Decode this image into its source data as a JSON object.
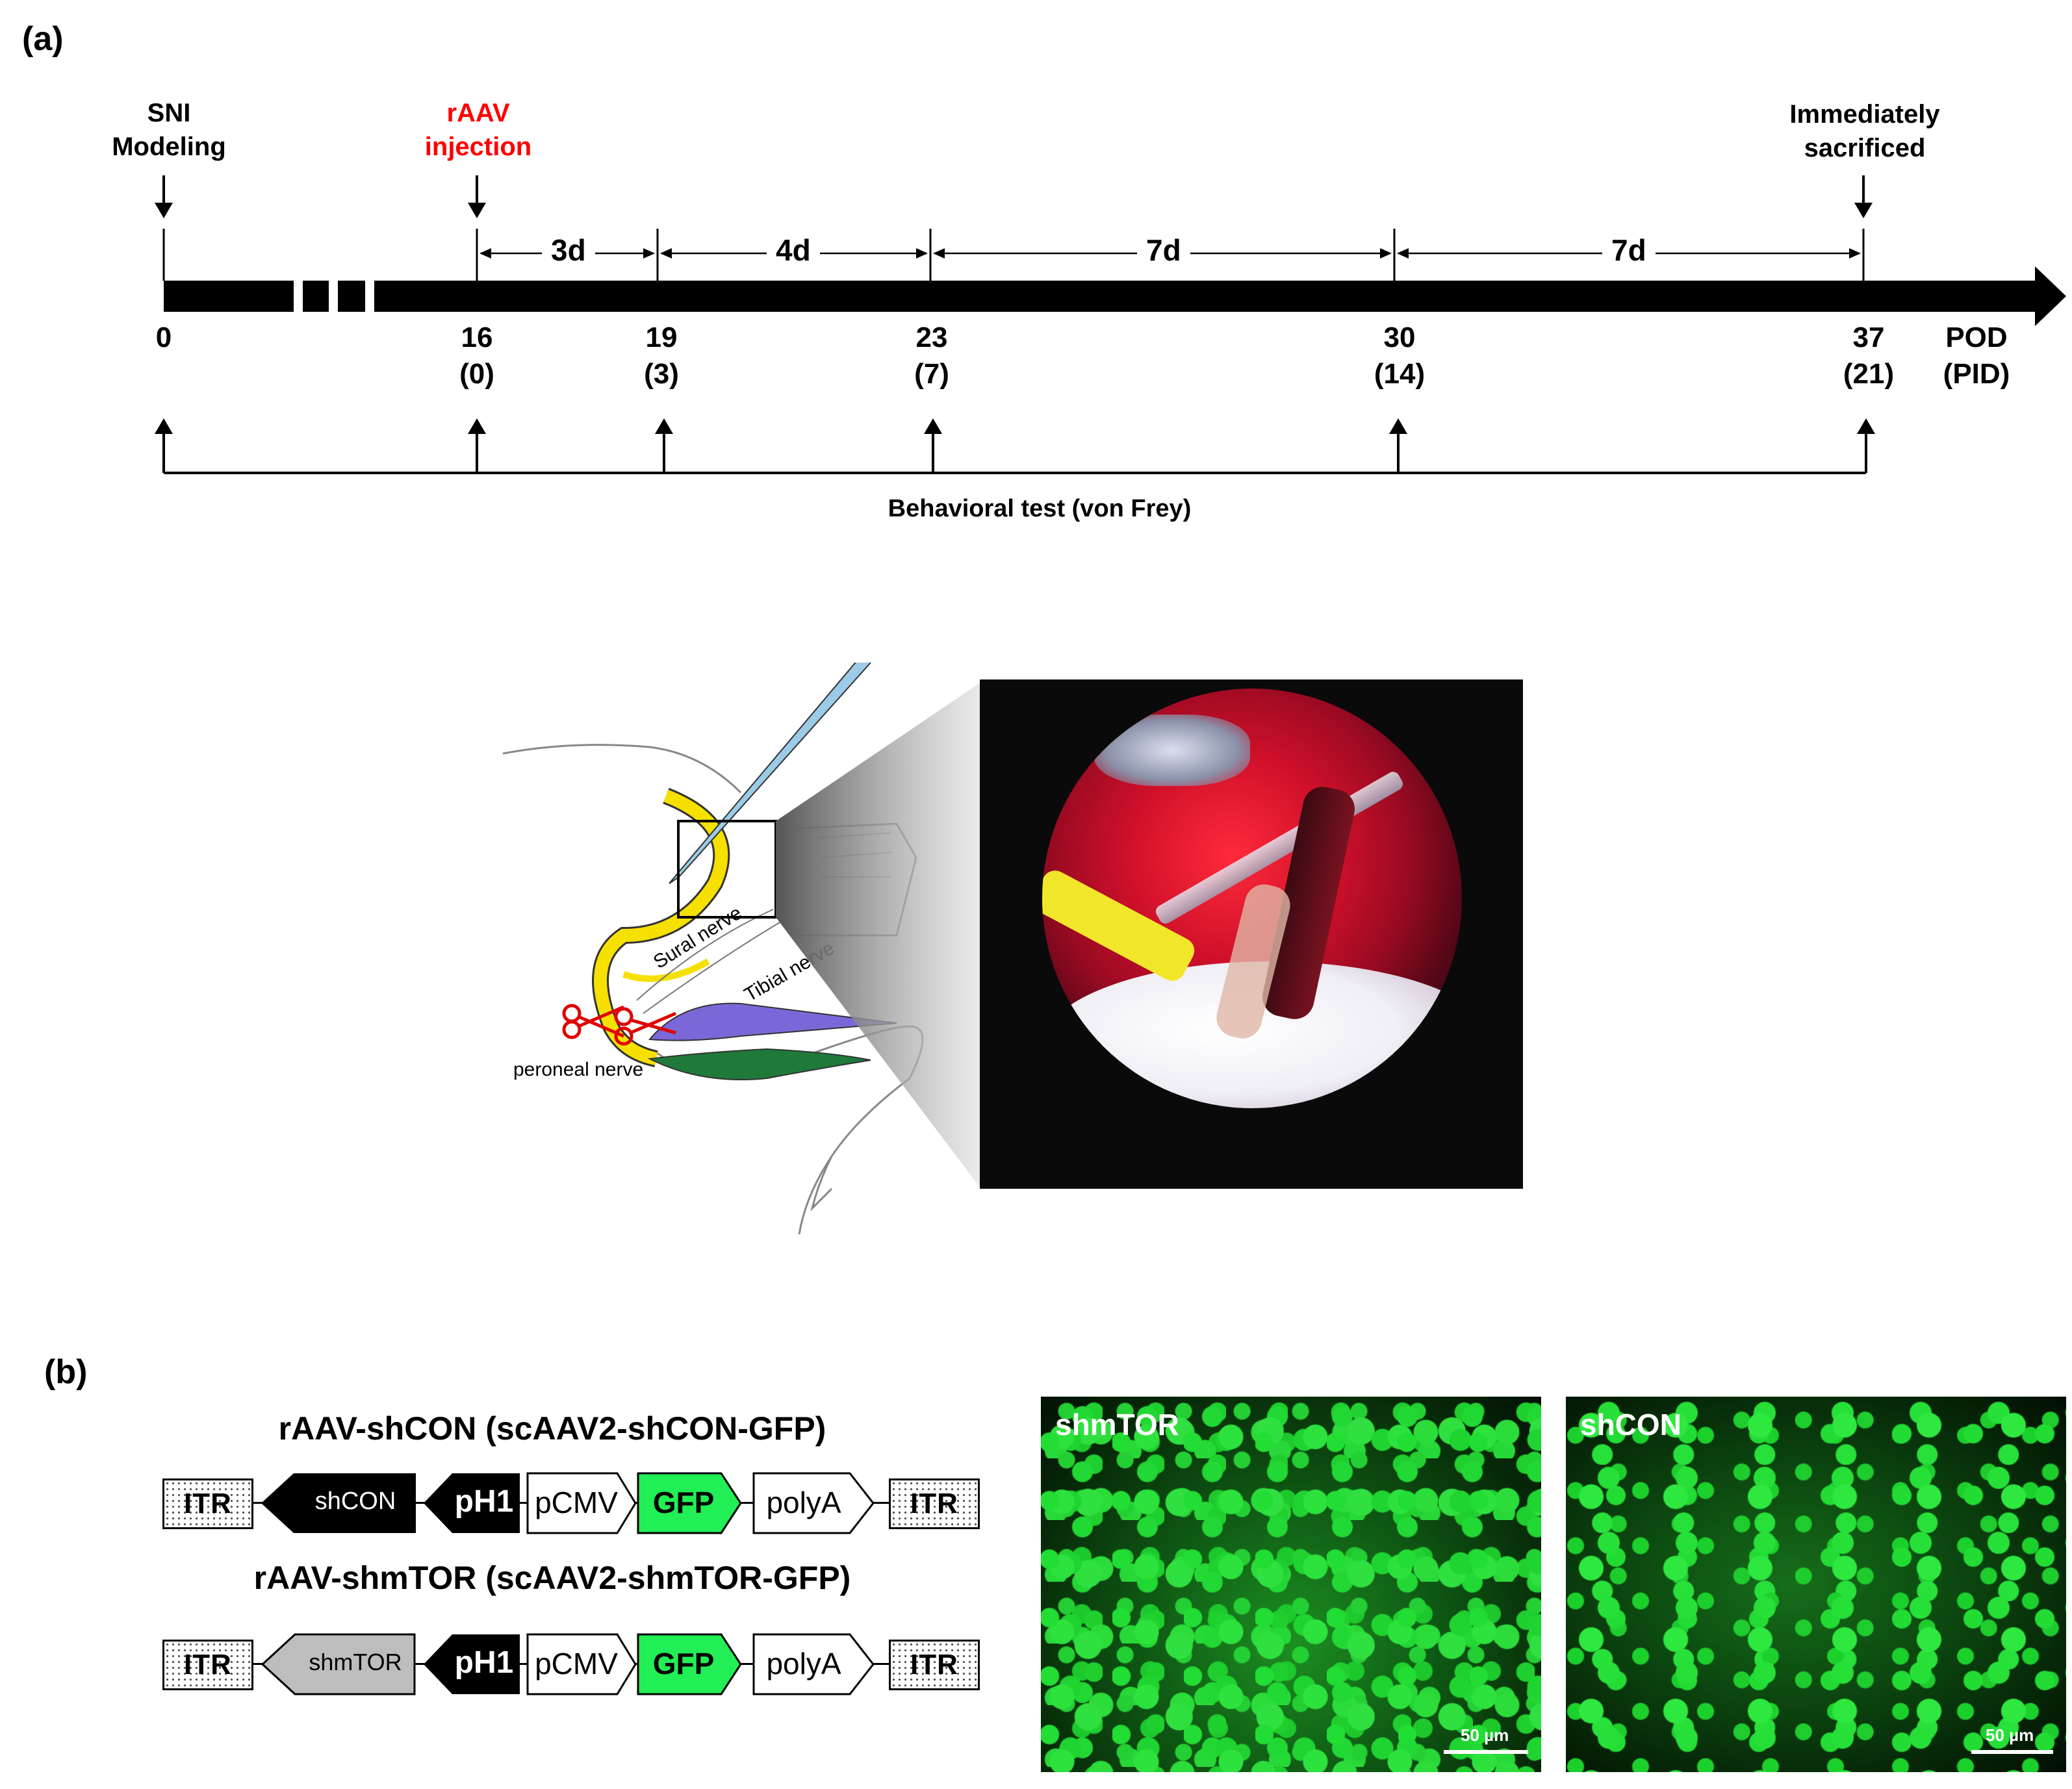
{
  "panel_a": {
    "label": "(a)",
    "top_labels": {
      "sni_line1": "SNI",
      "sni_line2": "Modeling",
      "raav_line1": "rAAV",
      "raav_line2": "injection",
      "imm_line1": "Immediately",
      "imm_line2": "sacrificed"
    },
    "durations": [
      "3d",
      "4d",
      "7d",
      "7d"
    ],
    "ticks": [
      {
        "pod": "0",
        "pid": ""
      },
      {
        "pod": "16",
        "pid": "(0)"
      },
      {
        "pod": "19",
        "pid": "(3)"
      },
      {
        "pod": "23",
        "pid": "(7)"
      },
      {
        "pod": "30",
        "pid": "(14)"
      },
      {
        "pod": "37",
        "pid": "(21)"
      }
    ],
    "axis_unit_line1": "POD",
    "axis_unit_line2": "(PID)",
    "behavioral_label": "Behavioral test (von Frey)",
    "anatomy": {
      "sural": "Sural nerve",
      "tibial": "Tibial nerve",
      "peroneal": "peroneal nerve"
    },
    "colors": {
      "accent_red": "#ff0000",
      "nerve_yellow": "#f5e000",
      "muscle_purple": "#7b68d8",
      "muscle_green": "#1f7a3a"
    }
  },
  "panel_b": {
    "label": "(b)",
    "construct1_title": "rAAV-shCON (scAAV2-shCON-GFP)",
    "construct2_title": "rAAV-shmTOR (scAAV2-shmTOR-GFP)",
    "construct1": {
      "itr_left": "ITR",
      "sh": "shCON",
      "ph1": "pH1",
      "pcmv": "pCMV",
      "gfp": "GFP",
      "polya": "polyA",
      "itr_right": "ITR"
    },
    "construct2": {
      "itr_left": "ITR",
      "sh": "shmTOR",
      "ph1": "pH1",
      "pcmv": "pCMV",
      "gfp": "GFP",
      "polya": "polyA",
      "itr_right": "ITR"
    },
    "image1_label": "shmTOR",
    "image2_label": "shCON",
    "scale_bar": "50 µm",
    "colors": {
      "gfp_green": "#22ee55",
      "shmtor_gray": "#bdbdbd"
    }
  }
}
